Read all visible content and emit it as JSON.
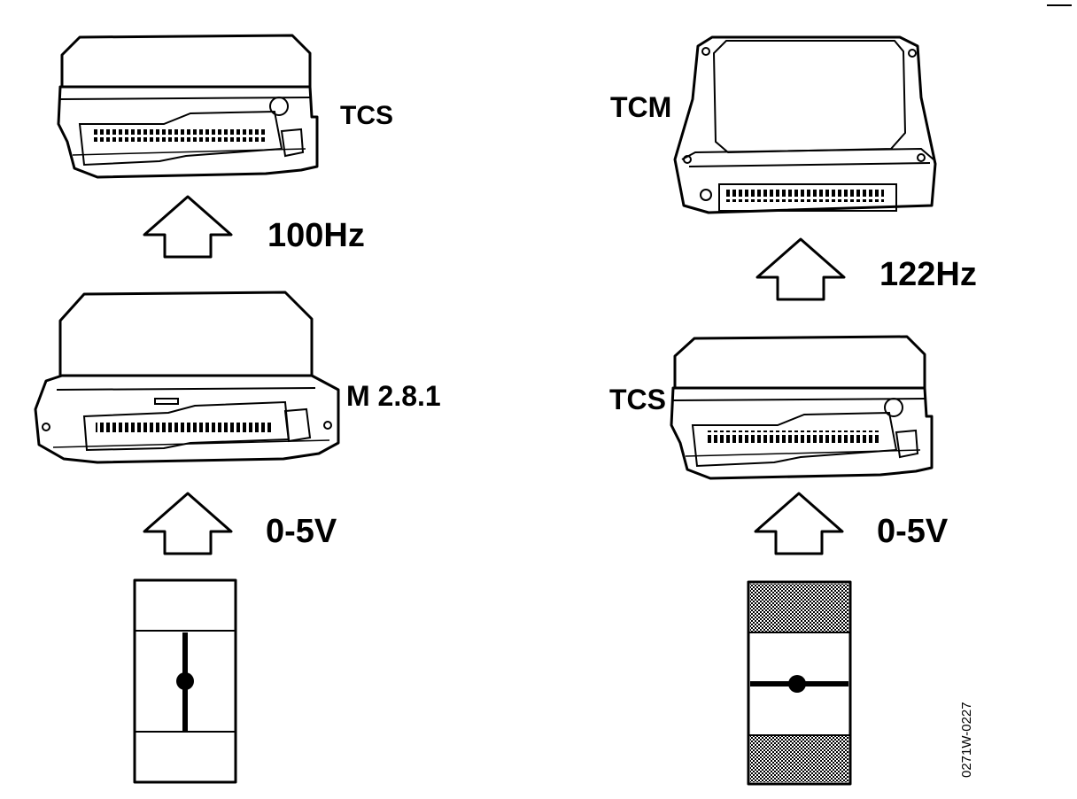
{
  "left_column": {
    "top_module_label": "TCS",
    "signal_upper_label": "100Hz",
    "middle_module_label": "M 2.8.1",
    "signal_lower_label": "0-5V"
  },
  "right_column": {
    "top_module_label": "TCM",
    "signal_upper_label": "122Hz",
    "middle_module_label": "TCS",
    "signal_lower_label": "0-5V"
  },
  "figure_code": "0271W-0227",
  "colors": {
    "ink": "#000000",
    "paper": "#ffffff"
  }
}
